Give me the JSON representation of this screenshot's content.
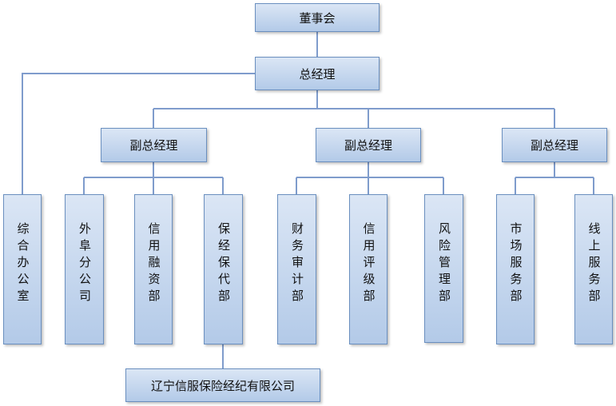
{
  "nodes": {
    "board": "董事会",
    "gm": "总经理",
    "vp1": "副总经理",
    "vp2": "副总经理",
    "vp3": "副总经理",
    "office": "综合办公室",
    "branch": "外阜分公司",
    "finance_dept": "信用融资部",
    "guarantee_dept": "保经保代部",
    "audit_dept": "财务审计部",
    "rating_dept": "信用评级部",
    "risk_dept": "风险管理部",
    "market_dept": "市场服务部",
    "online_dept": "线上服务部",
    "subsidiary": "辽宁信服保险经纪有限公司"
  },
  "colors": {
    "box_top": "#dbe6f5",
    "box_bottom": "#b3cae8",
    "border": "#6a8fbf",
    "connector": "#7f9ccc"
  }
}
